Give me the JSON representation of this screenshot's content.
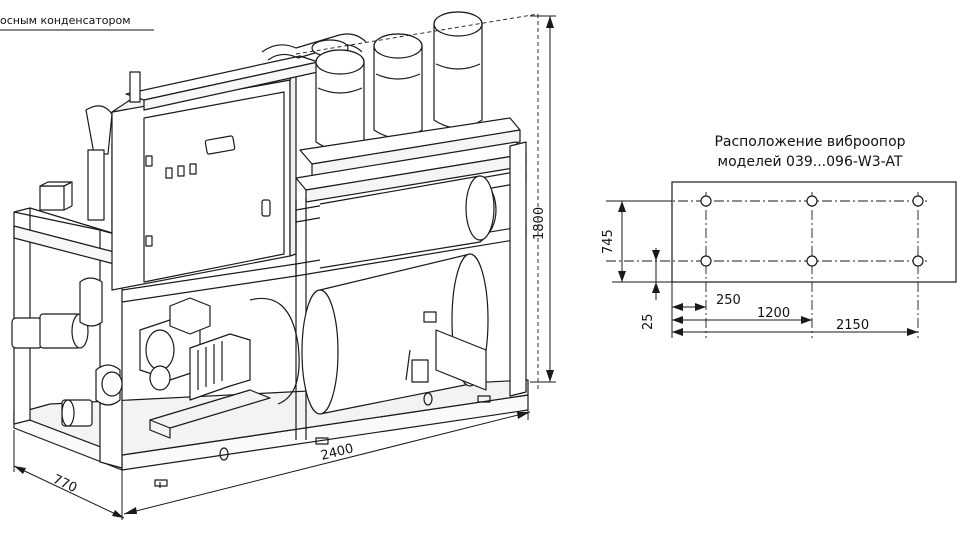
{
  "header": {
    "caption": "осным конденсатором"
  },
  "machine": {
    "dims": {
      "height": "1800",
      "length": "2400",
      "depth": "770"
    }
  },
  "mount_plan": {
    "title_line1": "Расположение виброопор",
    "title_line2": "моделей 039...096-W3-AT",
    "dims": {
      "d745": "745",
      "d25": "25",
      "d250": "250",
      "d1200": "1200",
      "d2150": "2150"
    }
  }
}
